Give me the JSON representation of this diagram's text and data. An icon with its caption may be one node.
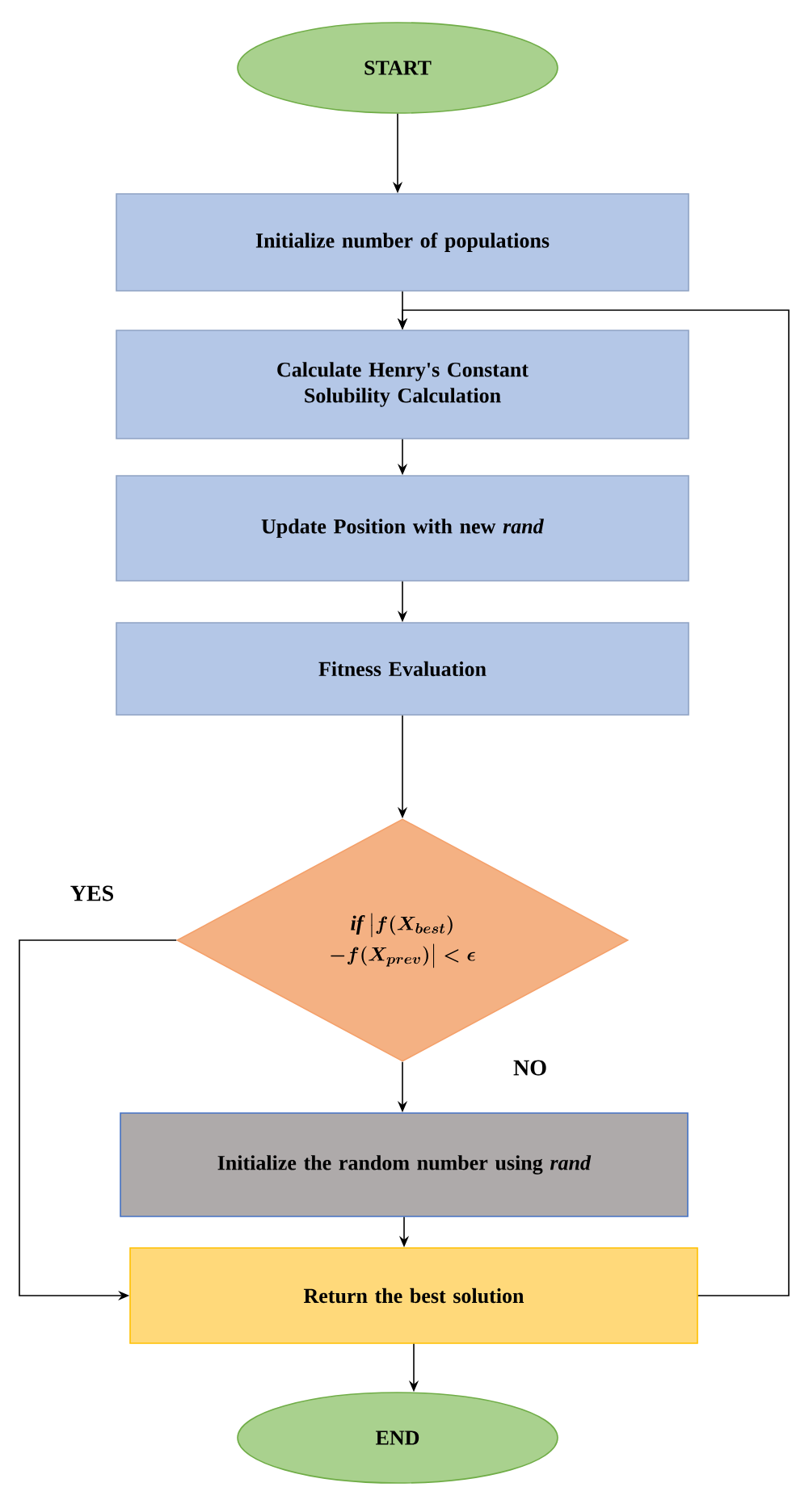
{
  "diagram": {
    "nodes": [
      {
        "text": [
          "START"
        ]
      },
      {
        "text": [
          "Initialize number of populations"
        ]
      },
      {
        "text": [
          "Calculate Henry's Constant Solubility Calculation"
        ]
      },
      {
        "text": [
          "Update Position with new *rand*"
        ]
      },
      {
        "text": [
          "Fitness Evaluation"
        ]
      },
      {
        "text": [
          "\\begin{gathered}\\boldsymbol{\\mathit{if}\\ \\big|f(X_{best})}\\\\ \\boldsymbol{-f(X_{prev})\\big|<\\epsilon}\\end{gathered}"
        ]
      },
      {
        "text": [
          "Initialize the random number using *rand*"
        ]
      },
      {
        "text": [
          "Return the best solution"
        ]
      },
      {
        "text": [
          "END"
        ]
      }
    ],
    "edges": [
      {
        "from": 0,
        "to": 1,
        "arrow": "to"
      },
      {
        "from": 1,
        "to": 2,
        "arrow": "to"
      },
      {
        "from": 2,
        "to": 3,
        "arrow": "to"
      },
      {
        "from": 3,
        "to": 4,
        "arrow": "to"
      },
      {
        "from": 4,
        "to": 5,
        "arrow": "to"
      },
      {
        "from": 5,
        "to": 7,
        "arrow": "to",
        "label": "YES"
      },
      {
        "from": 5,
        "to": 6,
        "arrow": "to",
        "label": "NO"
      },
      {
        "from": 6,
        "to": 7,
        "arrow": "to"
      },
      {
        "from": 7,
        "to": 8,
        "arrow": "to"
      },
      {
        "from": 7,
        "to": 2,
        "arrow": "to"
      }
    ]
  }
}
